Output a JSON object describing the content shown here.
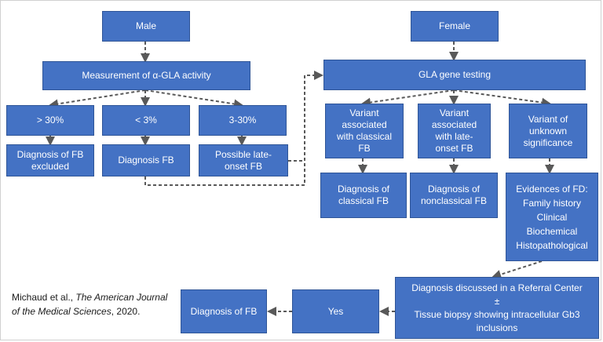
{
  "nodes": {
    "male": "Male",
    "female": "Female",
    "measurement": "Measurement of α-GLA activity",
    "gene_testing": "GLA gene testing",
    "gt30": "> 30%",
    "lt3": "< 3%",
    "range3_30": "3-30%",
    "excluded": "Diagnosis of FB\nexcluded",
    "diag_fb_male": "Diagnosis FB",
    "possible_late": "Possible late-\nonset FB",
    "variant_classical": "Variant\nassociated\nwith classical\nFB",
    "variant_late": "Variant\nassociated\nwith late-\nonset FB",
    "variant_unknown": "Variant of\nunknown\nsignificance",
    "diag_classical": "Diagnosis of\nclassical FB",
    "diag_nonclassical": "Diagnosis of\nnonclassical FB",
    "evidences": "Evidences of FD:\nFamily history\nClinical\nBiochemical\nHistopathological",
    "referral": "Diagnosis discussed in a Referral Center\n±\nTissue biopsy showing intracellular Gb3\ninclusions",
    "yes": "Yes",
    "diag_fb_final": "Diagnosis of FB"
  },
  "citation": {
    "authors": "Michaud et al., ",
    "journal": "The American Journal of the Medical Sciences",
    "year": ", 2020."
  },
  "colors": {
    "box_fill": "#4472c4",
    "box_border": "#2f5597",
    "arrow": "#595959"
  }
}
